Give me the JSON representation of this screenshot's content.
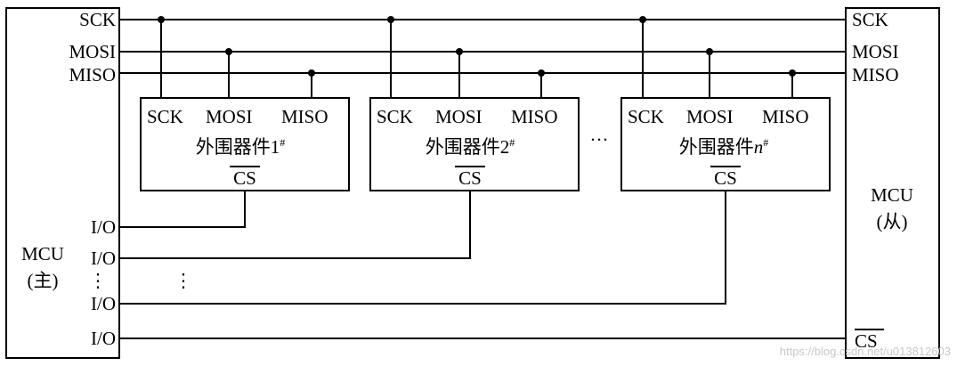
{
  "master": {
    "label_line1": "MCU",
    "label_line2": "(主)",
    "bus_labels": [
      "SCK",
      "MOSI",
      "MISO"
    ],
    "io_label": "I/O",
    "io_dots": "⋮"
  },
  "slave": {
    "label_line1": "MCU",
    "label_line2": "(从)",
    "bus_labels": [
      "SCK",
      "MOSI",
      "MISO"
    ],
    "cs_label": "CS"
  },
  "devices": [
    {
      "pins": [
        "SCK",
        "MOSI",
        "MISO"
      ],
      "name": "外围器件1",
      "suffix": "#",
      "italic_suffix": false,
      "cs_label": "CS"
    },
    {
      "pins": [
        "SCK",
        "MOSI",
        "MISO"
      ],
      "name": "外围器件2",
      "suffix": "#",
      "italic_suffix": false,
      "cs_label": "CS"
    },
    {
      "pins": [
        "SCK",
        "MOSI",
        "MISO"
      ],
      "name": "外围器件",
      "suffix": "#",
      "italic_suffix": true,
      "italic_part": "n",
      "cs_label": "CS"
    }
  ],
  "between_devices_dots": "···",
  "io_gap_dots": "⋮",
  "watermark": "https://blog.csdn.net/u013812603"
}
